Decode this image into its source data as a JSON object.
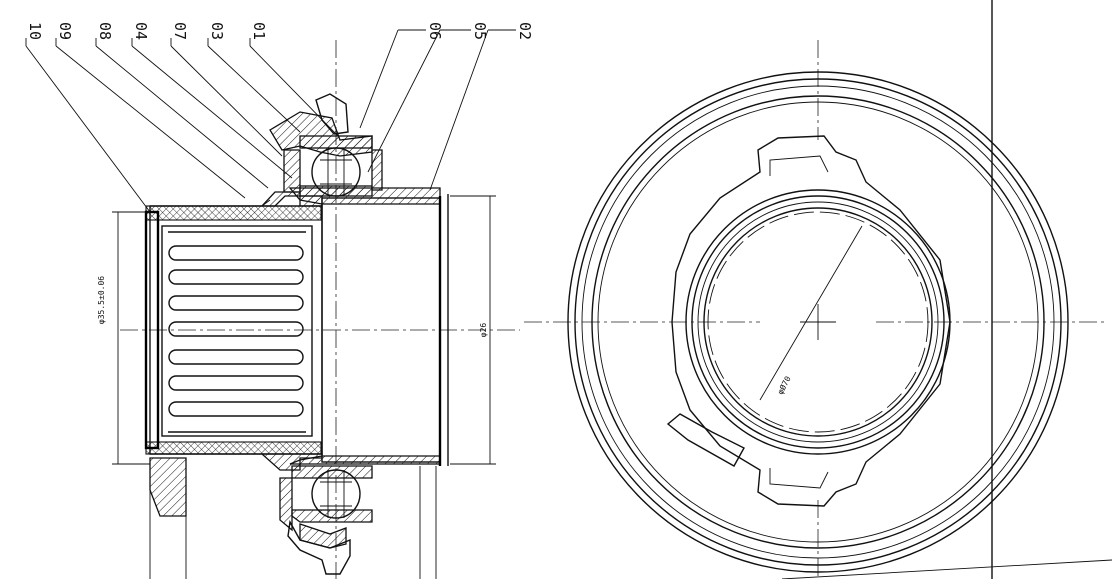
{
  "callouts": [
    {
      "id": "10"
    },
    {
      "id": "09"
    },
    {
      "id": "08"
    },
    {
      "id": "04"
    },
    {
      "id": "07"
    },
    {
      "id": "03"
    },
    {
      "id": "01"
    },
    {
      "id": "06"
    },
    {
      "id": "05"
    },
    {
      "id": "02"
    }
  ],
  "dimensions": {
    "bore_diameter": "φ35.5±0.06",
    "tube_outer_diameter": "φ26",
    "face_diameter": "φØ70"
  }
}
